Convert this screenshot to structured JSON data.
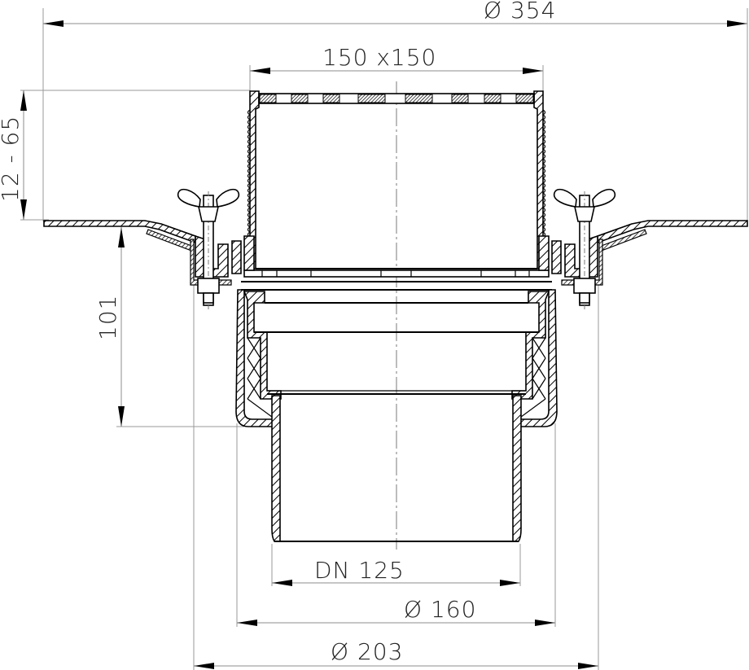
{
  "drawing": {
    "title": "Floor drain cross-section",
    "dimensions": {
      "overall_flange_diameter": "Ø 354",
      "grate_size": "150 x150",
      "height_adjustment": "12 - 65",
      "body_depth": "101",
      "outlet_nominal": "DN 125",
      "outlet_outer_diameter": "Ø 160",
      "body_outer_diameter": "Ø 203"
    },
    "components": [
      "grate",
      "adjustable-extension-frame",
      "wing-nut-clamp-left",
      "wing-nut-clamp-right",
      "flange-membrane",
      "drain-body",
      "insulation",
      "outlet-pipe",
      "centerline"
    ],
    "colors": {
      "line": "#000000",
      "dimension": "#8c8c8c",
      "background": "#ffffff"
    }
  }
}
